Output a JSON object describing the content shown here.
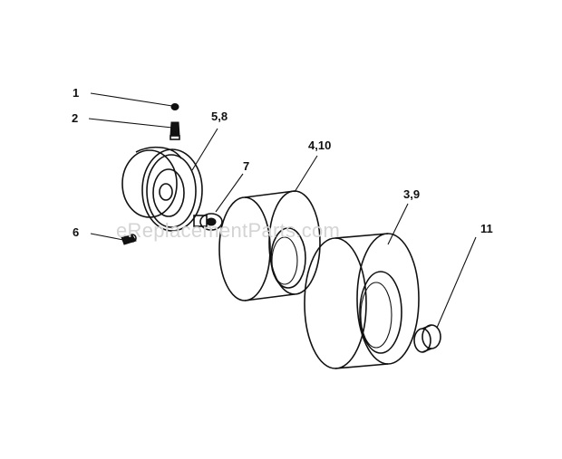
{
  "watermark": "eReplacementParts.com",
  "callouts": {
    "c1": "1",
    "c2": "2",
    "c58": "5,8",
    "c7": "7",
    "c410": "4,10",
    "c39": "3,9",
    "c6": "6",
    "c11": "11"
  },
  "colors": {
    "ink": "#111111",
    "watermark": "#d4d4d4",
    "background": "#ffffff"
  }
}
